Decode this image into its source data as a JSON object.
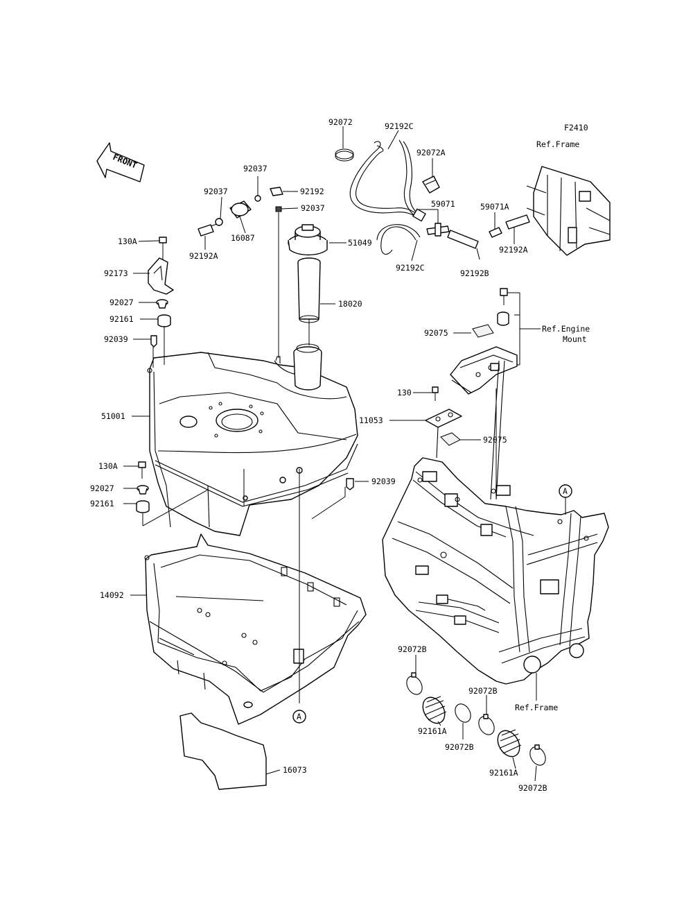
{
  "figure_code": "F2410",
  "front_arrow": "FRONT",
  "ref_frame_top": "Ref.Frame",
  "ref_engine_mount": [
    "Ref.Engine",
    "Mount"
  ],
  "ref_frame_bottom": "Ref.Frame",
  "marker": "A",
  "labels": {
    "p92072": "92072",
    "p92192C_top": "92192C",
    "p92072A": "92072A",
    "p92037_a": "92037",
    "p92192": "92192",
    "p92037_b": "92037",
    "p92037_c": "92037",
    "p59071": "59071",
    "p59071A": "59071A",
    "p16087": "16087",
    "p92192A_left": "92192A",
    "p130A_top": "130A",
    "p51049": "51049",
    "p92192C_bot": "92192C",
    "p92192B": "92192B",
    "p92192A_right": "92192A",
    "p92173": "92173",
    "p18020": "18020",
    "p92027_top": "92027",
    "p92161_top": "92161",
    "p92039_top": "92039",
    "p92075_top": "92075",
    "p130": "130",
    "p11053": "11053",
    "p92075_bot": "92075",
    "p51001": "51001",
    "p130A_bot": "130A",
    "p92039_bot": "92039",
    "p92027_bot": "92027",
    "p92161_bot": "92161",
    "p14092": "14092",
    "p92072B_a": "92072B",
    "p92072B_b": "92072B",
    "p92161A_a": "92161A",
    "p92072B_c": "92072B",
    "p92161A_b": "92161A",
    "p92072B_d": "92072B",
    "p16073": "16073"
  }
}
